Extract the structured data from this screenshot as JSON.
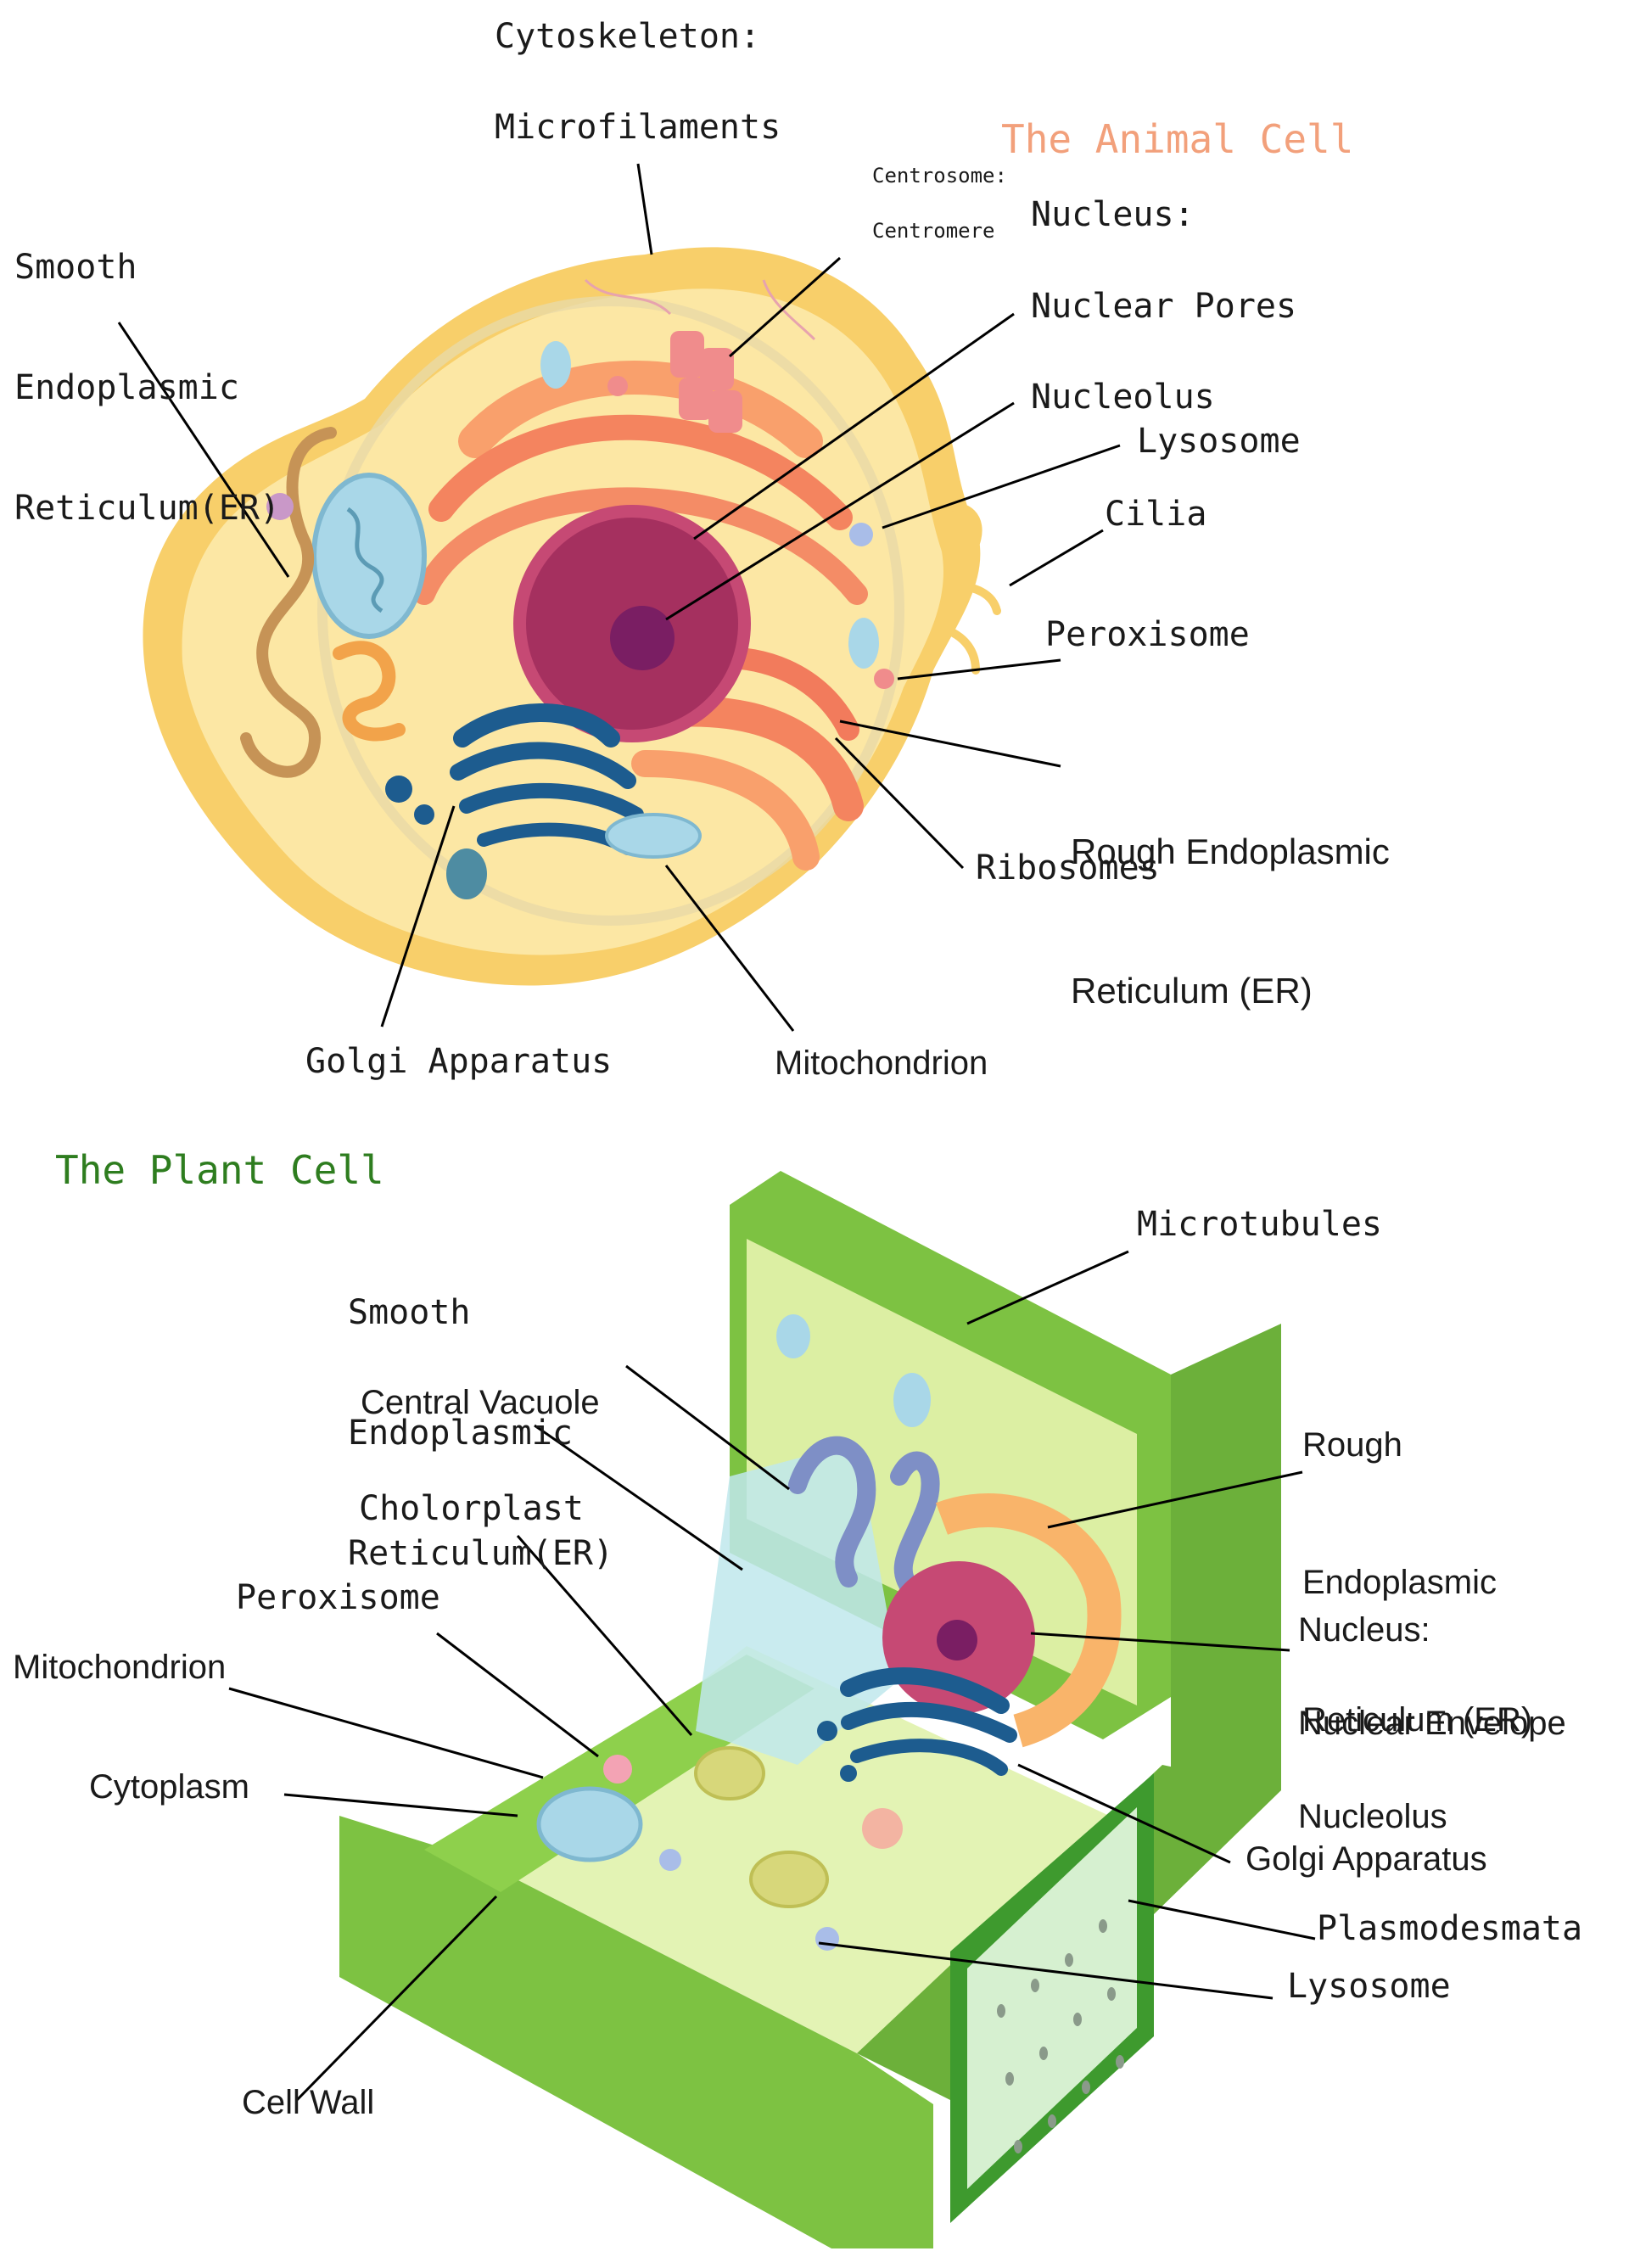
{
  "animal": {
    "title": "The Animal Cell",
    "title_color": "#F2A07B",
    "labels": {
      "cytoskeleton": "Cytoskeleton:",
      "microfilaments": "Microfilaments",
      "smooth_er": [
        "Smooth",
        "Endoplasmic",
        "Reticulum(ER)"
      ],
      "centrosome": "Centrosome:",
      "centromere": "Centromere",
      "nucleus": "Nucleus:",
      "nuclear_pores": "Nuclear Pores",
      "nucleolus": "Nucleolus",
      "lysosome": "Lysosome",
      "cilia": "Cilia",
      "peroxisome": "Peroxisome",
      "rough_er": [
        "Rough Endoplasmic",
        "Reticulum (ER)"
      ],
      "ribosomes": "Ribosomes",
      "golgi": "Golgi Apparatus",
      "mitochondrion": "Mitochondrion"
    }
  },
  "plant": {
    "title": "The Plant Cell",
    "title_color": "#2E7D1F",
    "labels": {
      "smooth_er": [
        "Smooth",
        "Endoplasmic",
        "Reticulum(ER)"
      ],
      "microtubules": "Microtubules",
      "central_vacuole": "Central Vacuole",
      "rough_er": [
        "Rough",
        "Endoplasmic",
        "Reticulum (ER)"
      ],
      "cholorplast": "Cholorplast",
      "peroxisome": "Peroxisome",
      "mitochondrion": "Mitochondrion",
      "nucleus": "Nucleus:",
      "nuclear_envelope": "Nuclear Envelope",
      "cytoplasm": "Cytoplasm",
      "nucleolus": "Nucleolus",
      "golgi": "Golgi Apparatus",
      "plasmodesmata": "Plasmodesmata",
      "lysosome": "Lysosome",
      "cell_wall": "Cell Wall"
    }
  },
  "colors": {
    "cytoplasm_animal": "#FBE08E",
    "membrane_animal": "#F8CF6A",
    "nucleus": "#A5305F",
    "rough_er": "#F4845F",
    "golgi": "#1D5C8F",
    "mitochondria": "#A9D7E8",
    "cell_wall": "#7DC242",
    "plant_cytoplasm": "#E3F3B4"
  }
}
